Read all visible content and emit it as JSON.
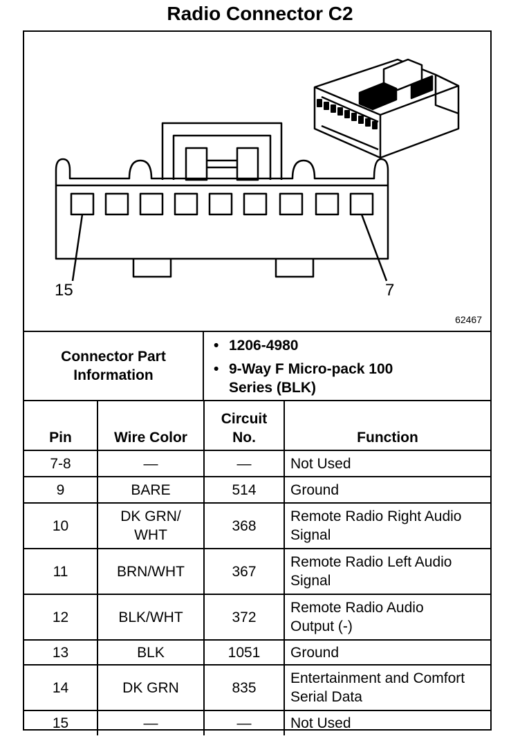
{
  "title": "Radio Connector C2",
  "diagram": {
    "pin_left_label": "15",
    "pin_right_label": "7",
    "figure_number": "62467"
  },
  "part_info": {
    "label": "Connector Part Information",
    "items": [
      "1206-4980",
      "9-Way F Micro-pack 100 Series (BLK)"
    ]
  },
  "table": {
    "headers": {
      "pin": "Pin",
      "wire_color": "Wire Color",
      "circuit_no": "Circuit No.",
      "function": "Function"
    },
    "rows": [
      {
        "pin": "7-8",
        "wire": "—",
        "circuit": "—",
        "function": "Not Used"
      },
      {
        "pin": "9",
        "wire": "BARE",
        "circuit": "514",
        "function": "Ground"
      },
      {
        "pin": "10",
        "wire": "DK GRN/ WHT",
        "circuit": "368",
        "function": "Remote Radio Right Audio Signal"
      },
      {
        "pin": "11",
        "wire": "BRN/WHT",
        "circuit": "367",
        "function": "Remote Radio Left Audio Signal"
      },
      {
        "pin": "12",
        "wire": "BLK/WHT",
        "circuit": "372",
        "function": "Remote Radio Audio Output (-)"
      },
      {
        "pin": "13",
        "wire": "BLK",
        "circuit": "1051",
        "function": "Ground"
      },
      {
        "pin": "14",
        "wire": "DK GRN",
        "circuit": "835",
        "function": "Entertainment and Comfort Serial Data"
      },
      {
        "pin": "15",
        "wire": "—",
        "circuit": "—",
        "function": "Not Used"
      }
    ]
  }
}
